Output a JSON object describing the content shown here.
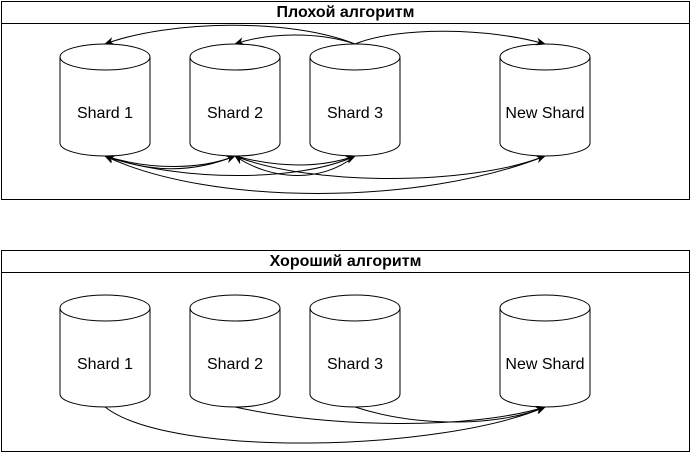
{
  "bad_algorithm": {
    "title": "Плохой алгоритм",
    "shards": [
      "Shard 1",
      "Shard 2",
      "Shard 3",
      "New Shard"
    ]
  },
  "good_algorithm": {
    "title": "Хороший алгоритм",
    "shards": [
      "Shard 1",
      "Shard 2",
      "Shard 3",
      "New Shard"
    ]
  },
  "colors": {
    "stroke": "#000000",
    "background": "#ffffff"
  }
}
